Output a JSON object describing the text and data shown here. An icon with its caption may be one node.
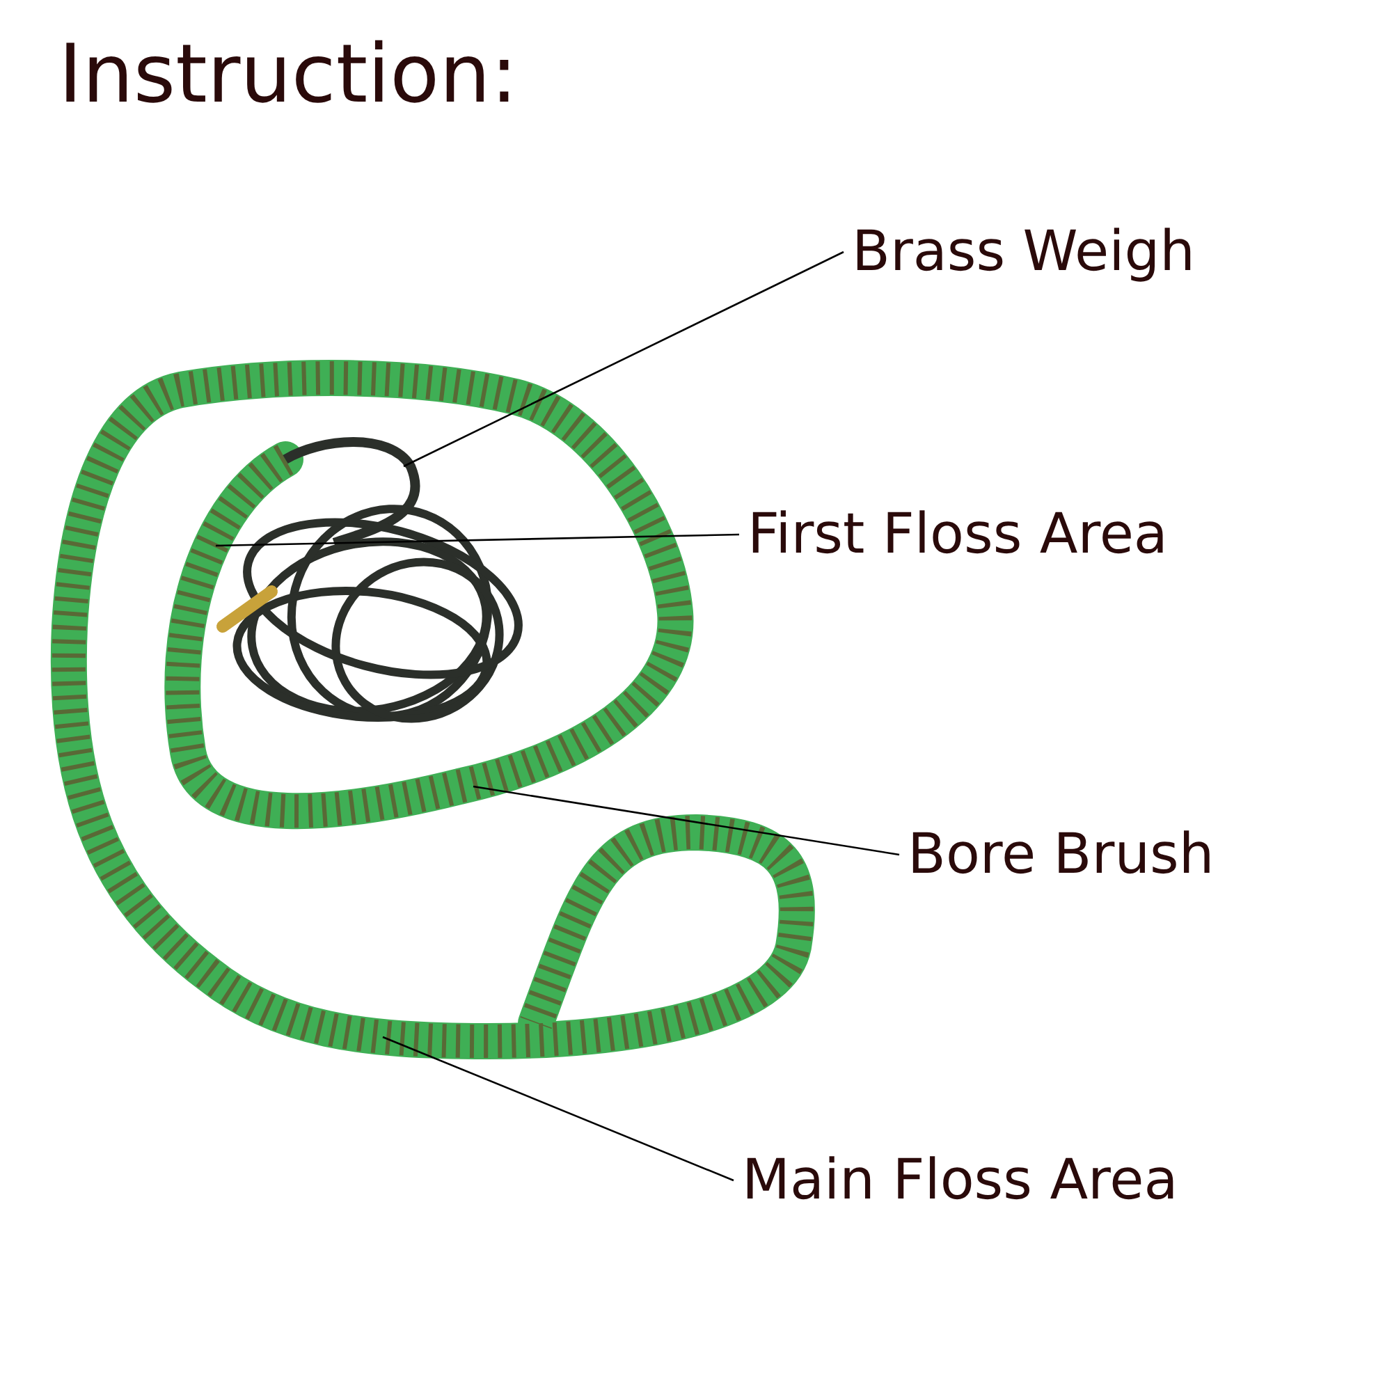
{
  "diagram": {
    "title": "Instruction:",
    "nodes": [
      {
        "text": [
          "Brass Weigh"
        ]
      },
      {
        "text": [
          "First Floss Area"
        ]
      },
      {
        "text": [
          "Bore Brush"
        ]
      },
      {
        "text": [
          "Main Floss Area"
        ]
      }
    ],
    "edges": [
      {
        "from": 0,
        "to": null,
        "arrow": "none"
      },
      {
        "from": 1,
        "to": null,
        "arrow": "none"
      },
      {
        "from": 2,
        "to": null,
        "arrow": "none"
      },
      {
        "from": 3,
        "to": null,
        "arrow": "none"
      }
    ]
  }
}
